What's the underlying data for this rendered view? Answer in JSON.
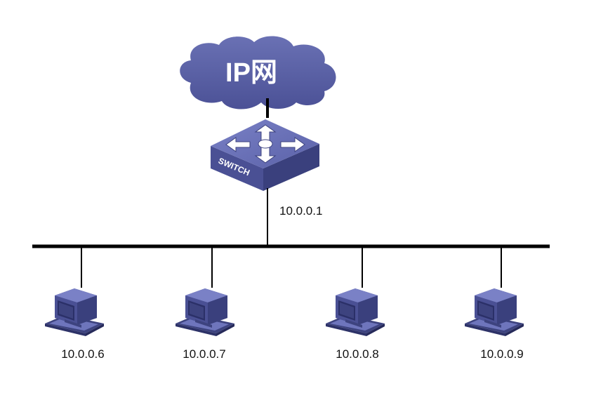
{
  "cloud": {
    "label": "IP网"
  },
  "switch": {
    "label": "SWITCH",
    "ip": "10.0.0.1"
  },
  "hosts": [
    {
      "ip": "10.0.0.6"
    },
    {
      "ip": "10.0.0.7"
    },
    {
      "ip": "10.0.0.8"
    },
    {
      "ip": "10.0.0.9"
    }
  ],
  "colors": {
    "device_face": "#5a61a8",
    "device_top": "#6e75bc",
    "device_side": "#3d437f",
    "cloud": "#5b62a6",
    "line": "#000000"
  }
}
